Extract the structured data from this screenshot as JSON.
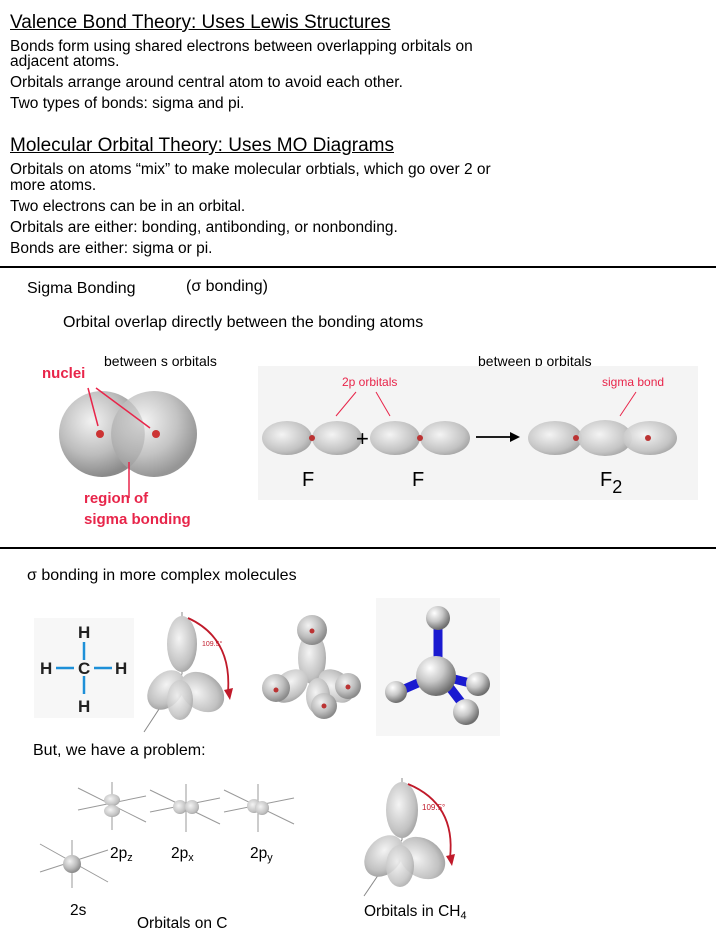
{
  "vb": {
    "title": "Valence Bond Theory: Uses Lewis Structures",
    "lines": [
      "Bonds form using shared electrons between overlapping orbitals on",
      "adjacent atoms.",
      "Orbitals arrange around central atom to avoid each other.",
      "Two types of bonds: sigma and pi."
    ]
  },
  "mo": {
    "title": "Molecular Orbital Theory: Uses MO Diagrams",
    "lines": [
      "Orbitals on atoms “mix” to make molecular orbtials, which go over 2 or",
      "more atoms.",
      "Two electrons can be in an orbital.",
      "Orbitals are either: bonding, antibonding, or nonbonding.",
      "Bonds are either: sigma or pi."
    ]
  },
  "sigma": {
    "heading": "Sigma Bonding",
    "heading_alt": "(σ bonding)",
    "subheading": "Orbital overlap directly between the bonding atoms",
    "s_caption": "between s orbitals",
    "p_caption": "between p orbitals",
    "nuclei": "nuclei",
    "region_1": "region of",
    "region_2": "sigma bonding",
    "p2_orbitals": "2p orbitals",
    "sigma_bond": "sigma bond",
    "atom_left": "F",
    "atom_right": "F",
    "molecule": "F",
    "molecule_sub": "2",
    "plus": "+"
  },
  "complex": {
    "heading": "σ bonding in more complex molecules",
    "angle": "109.5°",
    "atom_h": "H",
    "atom_c": "C",
    "problem": "But, we have a problem:",
    "orb_2pz": "2p",
    "orb_2pz_sub": "z",
    "orb_2px": "2p",
    "orb_2px_sub": "x",
    "orb_2py": "2p",
    "orb_2py_sub": "y",
    "orb_2s": "2s",
    "orbitals_on_c": "Orbitals on C",
    "orbitals_in_ch4": "Orbitals in CH",
    "orbitals_in_ch4_sub": "4"
  },
  "colors": {
    "red": "#e8254a",
    "blue": "#1a1ad0",
    "lobe": "#c4c4c4"
  }
}
